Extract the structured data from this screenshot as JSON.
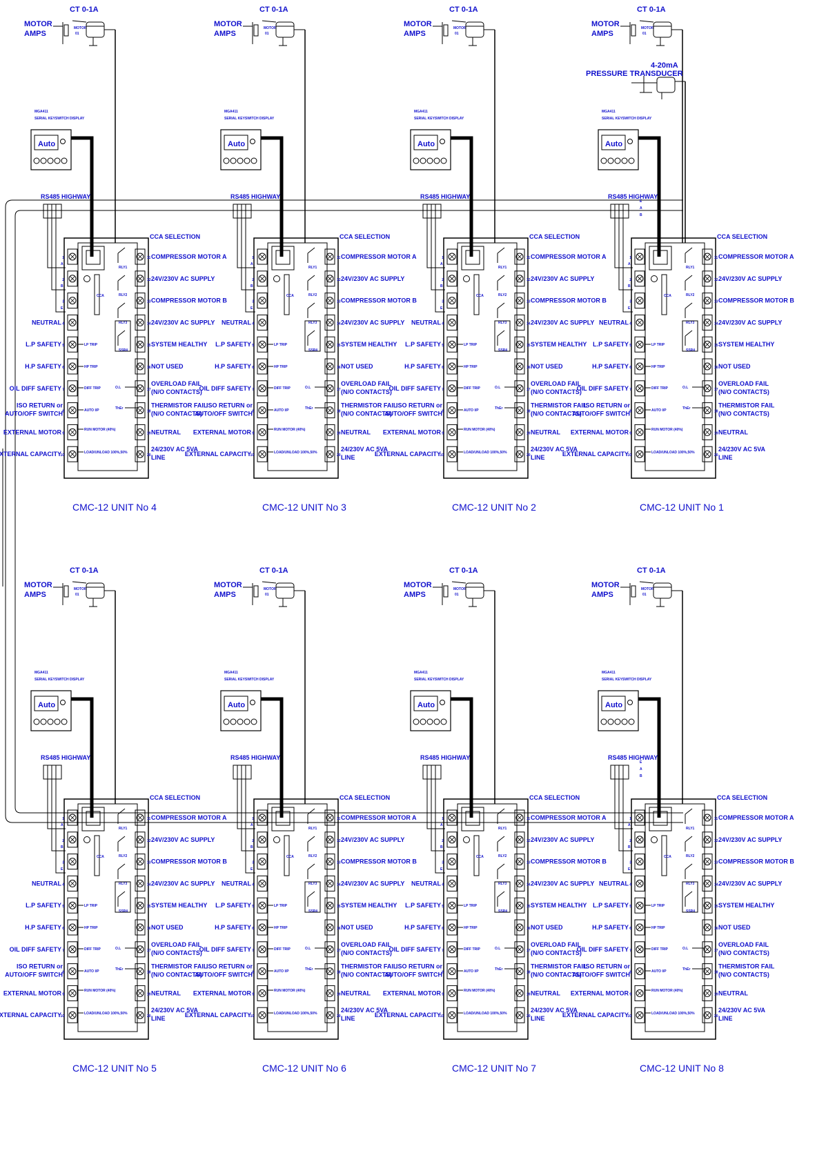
{
  "left_terminals": [
    {
      "no": "1",
      "label": ""
    },
    {
      "no": "2",
      "label": ""
    },
    {
      "no": "3",
      "label": ""
    },
    {
      "no": "4",
      "label": "NEUTRAL"
    },
    {
      "no": "5",
      "label": "L.P SAFETY"
    },
    {
      "no": "6",
      "label": "H.P SAFETY"
    },
    {
      "no": "7",
      "label": "OIL DIFF SAFETY"
    },
    {
      "no": "8",
      "label": [
        "ISO RETURN or",
        "AUTO/OFF SWITCH"
      ]
    },
    {
      "no": "9",
      "label": "EXTERNAL MOTOR"
    },
    {
      "no": "10",
      "label": "EXTERNAL CAPACITY"
    }
  ],
  "right_terminals": [
    {
      "no": "11",
      "label": "COMPRESSOR MOTOR  A"
    },
    {
      "no": "12",
      "label": "24V/230V AC SUPPLY"
    },
    {
      "no": "13",
      "label": "COMPRESSOR MOTOR  B"
    },
    {
      "no": "14",
      "label": "24V/230V AC SUPPLY"
    },
    {
      "no": "15",
      "label": "SYSTEM HEALTHY"
    },
    {
      "no": "16",
      "label": "NOT USED"
    },
    {
      "no": "17",
      "label": [
        "OVERLOAD FAIL",
        "(N/O CONTACTS)"
      ]
    },
    {
      "no": "18",
      "label": [
        "THERMISTOR FAIL",
        "(N/O CONTACTS)"
      ]
    },
    {
      "no": "19",
      "label": "NEUTRAL"
    },
    {
      "no": "20",
      "label": [
        "24/230V AC 5VA",
        "LINE"
      ]
    }
  ],
  "cca_label": "CCA SELECTION",
  "ct_label": "CT 0-1A",
  "motor_amps": [
    "MOTOR",
    "AMPS"
  ],
  "motor_tag": "MOTOR",
  "display_label": [
    "MGA411",
    "SERIAL KEYSWITCH DISPLAY"
  ],
  "display_text": "Auto",
  "rs485_label": "RS485  HIGHWAY",
  "bus_letters": [
    "E",
    "A",
    "B"
  ],
  "abe_letters": [
    "A",
    "B",
    "E"
  ],
  "internal_tags": {
    "relays": [
      "RLY1",
      "RLY2",
      "RLY3",
      "SSR4"
    ],
    "inputs": [
      "LP TRIP",
      "HP TRIP",
      "DIFF TRIP",
      "AUTO I/P",
      "RUN MOTOR (40%)",
      "LOAD/UNLOAD 100%,50%"
    ],
    "outputs": [
      "O.L",
      "ThEr"
    ],
    "dip_label": "CCA"
  },
  "pressure_label": "PRESSURE  TRANSDUCER",
  "pressure_range": "4-20mA",
  "units": [
    {
      "name": "CMC-12  UNIT  No  4"
    },
    {
      "name": "CMC-12  UNIT  No  3"
    },
    {
      "name": "CMC-12  UNIT  No  2"
    },
    {
      "name": "CMC-12  UNIT  No  1"
    },
    {
      "name": "CMC-12  UNIT  No  5"
    },
    {
      "name": "CMC-12  UNIT  No  6"
    },
    {
      "name": "CMC-12  UNIT  No  7"
    },
    {
      "name": "CMC-12  UNIT  No  8"
    }
  ]
}
